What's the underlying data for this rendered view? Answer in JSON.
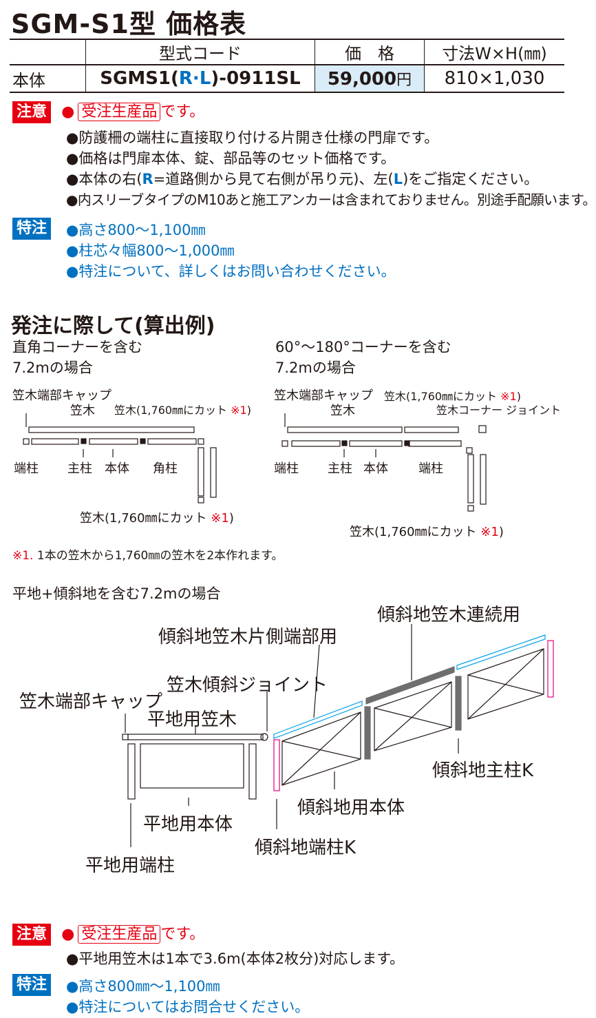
{
  "title": "SGM-S1型 価格表",
  "table": {
    "headers": [
      "",
      "型式コード",
      "価　格",
      "寸法W×H(㎜)"
    ],
    "row_label": "本体",
    "model_prefix": "SGMS1(",
    "model_r": "R",
    "model_dot": "·",
    "model_l": "L",
    "model_suffix": ")-0911SL",
    "price": "59,000",
    "price_unit": "円",
    "dims": "810×1,030"
  },
  "notice1": {
    "tag": "注意",
    "bullet": "●",
    "made_to_order": "受注生産品",
    "desu": "です。",
    "items": [
      "●防護柵の端柱に直接取り付ける片開き仕様の門扉です。",
      "●価格は門扉本体、錠、部品等のセット価格です。",
      "●内スリーブタイプのM10あと施工アンカーは含まれておりません。別途手配願います。"
    ],
    "rl_a": "●本体の右(",
    "rl_r": "R",
    "rl_b": "=道路側から見て右側が吊り元)、左(",
    "rl_l": "L",
    "rl_c": ")をご指定ください。"
  },
  "special1": {
    "tag": "特注",
    "items": [
      "●高さ800～1,100㎜",
      "●柱芯々幅800～1,000㎜",
      "●特注について、詳しくはお問い合わせください。"
    ]
  },
  "order_heading": "発注に際して(算出例)",
  "ex1": {
    "title1": "直角コーナーを含む",
    "title2": "7.2mの場合",
    "lbl_cap": "笠木端部キャップ",
    "lbl_kasagi": "笠木",
    "lbl_cut_a": "笠木(1,760㎜にカット ",
    "lbl_cut_b": "※1",
    "lbl_cut_c": ")",
    "lbl_hashira": "端柱",
    "lbl_shuchu": "主柱",
    "lbl_hontai": "本体",
    "lbl_kaku": "角柱",
    "lbl_cut2_a": "笠木(1,760㎜にカット ",
    "lbl_cut2_b": "※1",
    "lbl_cut2_c": ")"
  },
  "ex2": {
    "title1": "60°～180°コーナーを含む",
    "title2": "7.2mの場合",
    "lbl_cap": "笠木端部キャップ",
    "lbl_cut_a": "笠木(1,760㎜にカット ",
    "lbl_cut_b": "※1",
    "lbl_cut_c": ")",
    "lbl_kasagi": "笠木",
    "lbl_joint": "笠木コーナー ジョイント",
    "lbl_hashira": "端柱",
    "lbl_shuchu": "主柱",
    "lbl_hontai": "本体",
    "lbl_hashira2": "端柱",
    "lbl_cut2_a": "笠木(1,760㎜にカット ",
    "lbl_cut2_b": "※1",
    "lbl_cut2_c": ")"
  },
  "footnote_a": "※1.",
  "footnote_b": " 1本の笠木から1,760㎜の笠木を2本作れます。",
  "slope": {
    "title": "平地+傾斜地を含む7.2mの場合",
    "renzoku": "傾斜地笠木連続用",
    "katagawa": "傾斜地笠木片側端部用",
    "joint": "笠木傾斜ジョイント",
    "cap": "笠木端部キャップ",
    "heichi_kasagi": "平地用笠木",
    "shuchu_k": "傾斜地主柱K",
    "keisha_hontai": "傾斜地用本体",
    "heichi_hontai": "平地用本体",
    "keisha_tanchu": "傾斜地端柱K",
    "heichi_tanchu": "平地用端柱"
  },
  "notice2": {
    "tag": "注意",
    "bullet": "●",
    "made_to_order": "受注生産品",
    "desu": "です。",
    "item": "●平地用笠木は1本で3.6m(本体2枚分)対応します。"
  },
  "special2": {
    "tag": "特注",
    "items": [
      "●高さ800㎜～1,100㎜",
      "●特注についてはお問合せください。"
    ]
  },
  "colors": {
    "red": "#e60012",
    "blue": "#0070c0",
    "price_bg": "#d9ecf8",
    "cyan": "#00a0e9",
    "magenta": "#e4007f",
    "gray": "#6e6e6e"
  }
}
